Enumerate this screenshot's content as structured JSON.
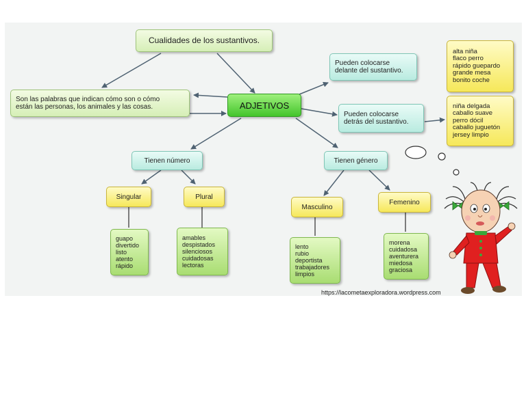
{
  "central": "ADJETIVOS",
  "top": "Cualidades de los sustantivos.",
  "definition": [
    "Son las palabras que indican cómo son o cómo",
    "están las personas, los animales y las cosas."
  ],
  "placement": {
    "before": [
      "Pueden colocarse",
      "delante del sustantivo."
    ],
    "after": [
      "Pueden colocarse",
      "detrás del sustantivo."
    ]
  },
  "examples_before": [
    "alta niña",
    "flaco perro",
    "rápido guepardo",
    "grande mesa",
    "bonito coche"
  ],
  "examples_after": [
    "niña delgada",
    "caballo suave",
    "perro dócil",
    "caballo juguetón",
    "jersey limpio"
  ],
  "number": {
    "label": "Tienen número",
    "singular": {
      "label": "Singular",
      "examples": [
        "guapo",
        "divertido",
        "listo",
        "atento",
        "rápido"
      ]
    },
    "plural": {
      "label": "Plural",
      "examples": [
        "amables",
        "despistados",
        "silenciosos",
        "cuidadosas",
        "lectoras"
      ]
    }
  },
  "gender": {
    "label": "Tienen género",
    "masculine": {
      "label": "Masculino",
      "examples": [
        "lento",
        "rubio",
        "deportista",
        "trabajadores",
        "limpios"
      ]
    },
    "feminine": {
      "label": "Femenino",
      "examples": [
        "morena",
        "cuidadosa",
        "aventurera",
        "miedosa",
        "graciosa"
      ]
    }
  },
  "credit": "https://lacometaexploradora.wordpress.com",
  "colors": {
    "main": "#44c52c",
    "yellow": "#f6e85a",
    "cyan": "#b9ebe0",
    "light_green": "#d6efb7",
    "arrow": "#4f6272"
  }
}
